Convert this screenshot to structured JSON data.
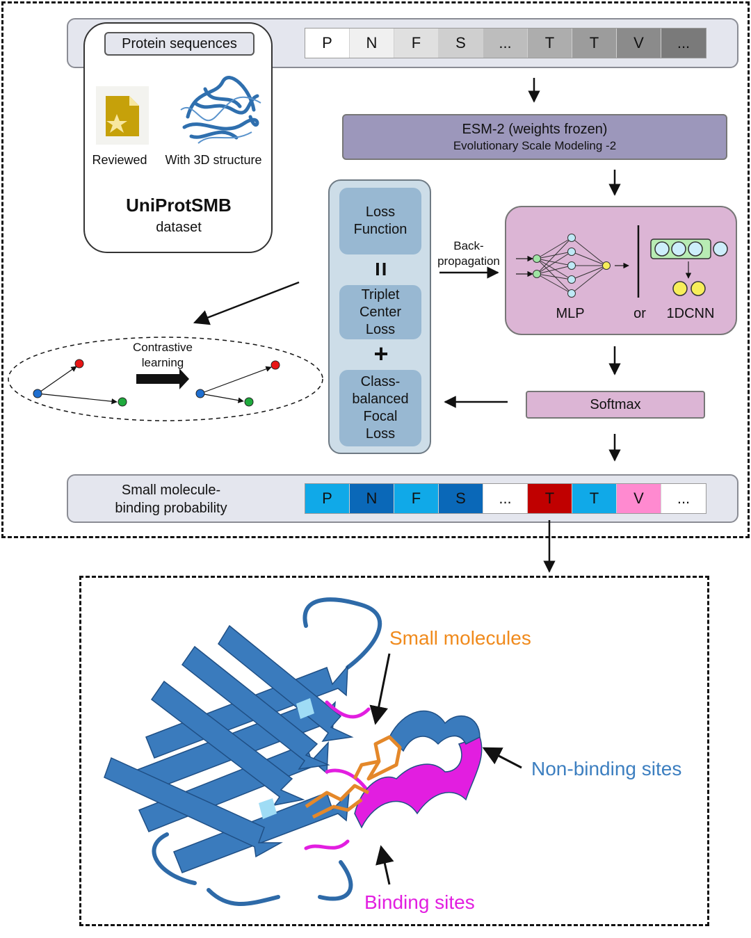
{
  "input": {
    "title": "Protein sequences",
    "sequence": [
      {
        "letter": "P",
        "color": "#ffffff"
      },
      {
        "letter": "N",
        "color": "#f0f0f0"
      },
      {
        "letter": "F",
        "color": "#e0e0e0"
      },
      {
        "letter": "S",
        "color": "#cfcfcf"
      },
      {
        "letter": "...",
        "color": "#bdbdbd"
      },
      {
        "letter": "T",
        "color": "#adadad"
      },
      {
        "letter": "T",
        "color": "#9c9c9c"
      },
      {
        "letter": "V",
        "color": "#8b8b8b"
      },
      {
        "letter": "...",
        "color": "#7a7a7a"
      }
    ]
  },
  "dataset": {
    "reviewed_label": "Reviewed",
    "structure_label": "With 3D structure",
    "name": "UniProtSMB",
    "subtitle": "dataset",
    "icon_names": [
      "reviewed-document-star-icon",
      "protein-3d-structure-icon"
    ]
  },
  "esm": {
    "title": "ESM-2 (weights frozen)",
    "subtitle": "Evolutionary Scale Modeling -2",
    "color": "#9c97bb"
  },
  "loss": {
    "loss_function": "Loss Function",
    "equals": "=",
    "triplet": "Triplet Center Loss",
    "plus": "+",
    "focal": "Class-balanced Focal Loss"
  },
  "backprop": {
    "label_line1": "Back-",
    "label_line2": "propagation"
  },
  "classifier": {
    "mlp_label": "MLP",
    "or_label": "or",
    "cnn_label": "1DCNN",
    "color": "#dcb5d5"
  },
  "softmax": {
    "label": "Softmax",
    "color": "#dcb5d5"
  },
  "contrastive": {
    "label_line1": "Contrastive",
    "label_line2": "learning"
  },
  "output": {
    "title_line1": "Small molecule-",
    "title_line2": "binding probability",
    "sequence": [
      {
        "letter": "P",
        "color": "#10a9e8"
      },
      {
        "letter": "N",
        "color": "#0a68b8"
      },
      {
        "letter": "F",
        "color": "#10a9e8"
      },
      {
        "letter": "S",
        "color": "#0a68b8"
      },
      {
        "letter": "...",
        "color": "#ffffff"
      },
      {
        "letter": "T",
        "color": "#c00000"
      },
      {
        "letter": "T",
        "color": "#10a9e8"
      },
      {
        "letter": "V",
        "color": "#ff8ad0"
      },
      {
        "letter": "...",
        "color": "#ffffff"
      }
    ]
  },
  "structure_panel": {
    "small_molecules": "Small molecules",
    "non_binding": "Non-binding sites",
    "binding": "Binding sites",
    "colors": {
      "small_molecules": "#f08a1c",
      "non_binding": "#3d7fc0",
      "binding": "#e21ee0",
      "ribbon": "#3a7bbd"
    }
  }
}
